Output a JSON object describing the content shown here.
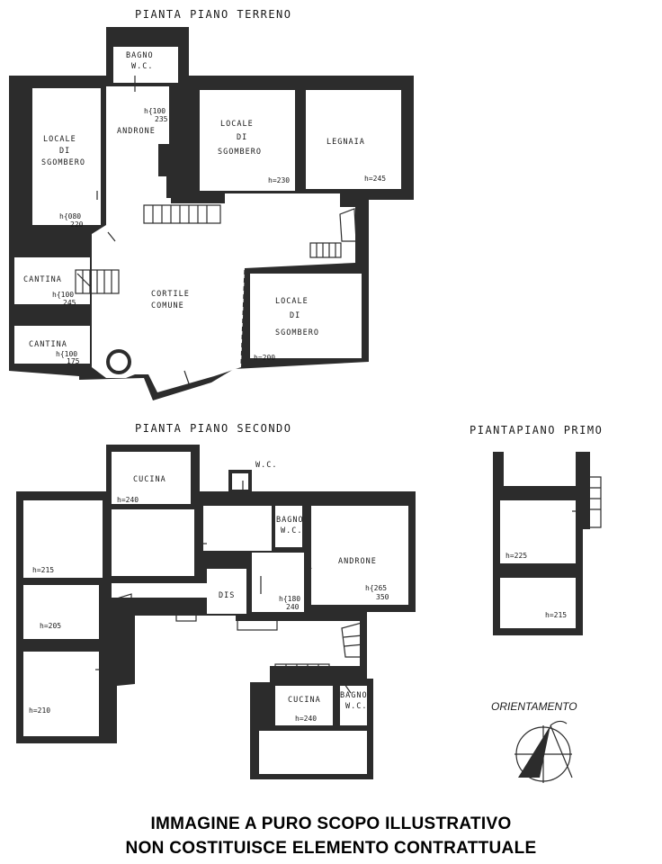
{
  "titles": {
    "ground": "PIANTA PIANO TERRENO",
    "second": "PIANTA PIANO SECONDO",
    "first": "PIANTAPIANO PRIMO",
    "orientation": "ORIENTAMENTO"
  },
  "ground_rooms": {
    "bagno": "BAGNO",
    "wc": "W.C.",
    "androne": "ANDRONE",
    "androne_h1": "h{100",
    "androne_h2": "235",
    "locale_left_1": "LOCALE",
    "locale_left_2": "DI",
    "locale_left_3": "SGOMBERO",
    "locale_left_h1": "h{080",
    "locale_left_h2": "220",
    "locale_mid_1": "LOCALE",
    "locale_mid_2": "DI",
    "locale_mid_3": "SGOMBERO",
    "locale_mid_h": "h=230",
    "legnaia": "LEGNAIA",
    "legnaia_h": "h=245",
    "cantina_top": "CANTINA",
    "cantina_top_h1": "h{100",
    "cantina_top_h2": "245",
    "cortile_1": "CORTILE",
    "cortile_2": "COMUNE",
    "locale_right_1": "LOCALE",
    "locale_right_2": "DI",
    "locale_right_3": "SGOMBERO",
    "locale_right_h": "h=200",
    "cantina_bottom": "CANTINA",
    "cantina_bottom_h1": "h{100",
    "cantina_bottom_h2": "175"
  },
  "second_rooms": {
    "cucina_top": "CUCINA",
    "cucina_top_h": "h=240",
    "wc_top": "W.C.",
    "room_a_h": "h=215",
    "bagno": "BAGNO",
    "bagno_wc": "W.C.",
    "androne": "ANDRONE",
    "androne_h1": "h{265",
    "androne_h2": "350",
    "dis": "DIS",
    "dis_h1": "h{180",
    "dis_h2": "240",
    "room_b_h": "h=205",
    "room_c_h": "h=210",
    "cucina_bottom": "CUCINA",
    "cucina_bottom_h": "h=240",
    "bagno_bottom": "BAGNO",
    "bagno_bottom_wc": "W.C."
  },
  "first_rooms": {
    "room_upper_h": "h=225",
    "room_lower_h": "h=215"
  },
  "disclaimer": {
    "line1": "IMMAGINE A PURO SCOPO ILLUSTRATIVO",
    "line2": "NON COSTITUISCE ELEMENTO CONTRATTUALE"
  },
  "colors": {
    "wall": "#2c2c2c",
    "paper": "#ffffff"
  }
}
